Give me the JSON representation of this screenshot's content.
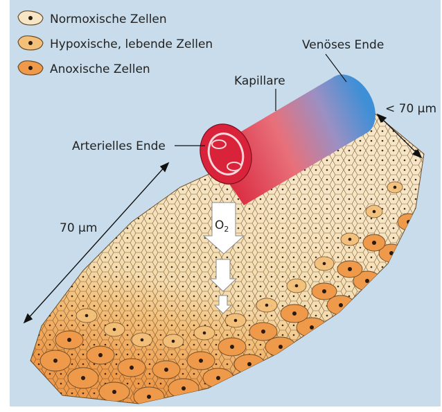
{
  "legend": {
    "items": [
      {
        "label": "Normoxische Zellen",
        "fill": "#f7e6c6",
        "stroke": "#6b4a28"
      },
      {
        "label": "Hypoxische, lebende Zellen",
        "fill": "#f3c07a",
        "stroke": "#6b4a28"
      },
      {
        "label": "Anoxische Zellen",
        "fill": "#ee9a4a",
        "stroke": "#6b4a28"
      }
    ]
  },
  "labels": {
    "venous": "Venöses Ende",
    "capillary": "Kapillare",
    "arterial": "Arterielles Ende",
    "length": "70 μm",
    "radius": "< 70 μm",
    "oxygen": "O",
    "oxygen_sub": "2"
  },
  "colors": {
    "background": "#c8dceb",
    "arterial": "#d9233a",
    "venous": "#3f8fd6",
    "normoxic": "#f7e6c6",
    "hypoxic": "#f3c07a",
    "anoxic": "#ee9a4a",
    "nucleus": "#2a1a10"
  }
}
